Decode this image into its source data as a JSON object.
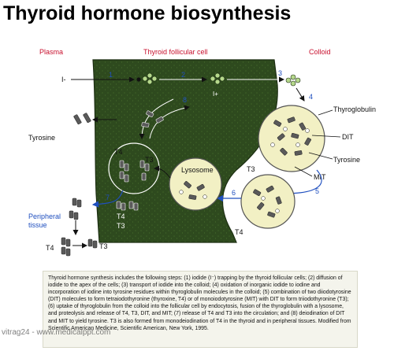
{
  "slide": {
    "title": "Thyroid hormone biosynthesis",
    "watermark": "vitrag24 - www.medicalppt.com"
  },
  "diagram": {
    "region_labels": {
      "plasma": "Plasma",
      "cell": "Thyroid follicular cell",
      "colloid": "Colloid"
    },
    "labels": {
      "iodide": "I-",
      "iodine": "I+",
      "tyrosine_left": "Tyrosine",
      "thyroglobulin": "Thyroglobulin",
      "dit": "DIT",
      "tyrosine_right": "Tyrosine",
      "mit": "MIT",
      "lysosome": "Lysosome",
      "t4_vesicle": "T4",
      "t3_vesicle": "T3",
      "t3_lower_vesicle": "T3",
      "t4_lower_vesicle": "T4",
      "t4_exit": "T4",
      "t3_exit": "T3",
      "peripheral_tissue": "Peripheral\ntissue",
      "t4_tissue": "T4",
      "t3_tissue": "T3"
    },
    "steps": [
      "1",
      "2",
      "3",
      "4",
      "5",
      "6",
      "7",
      "8"
    ],
    "colors": {
      "cell": "#2e4a1e",
      "cell_dots": "#3f6128",
      "vesicle_fill": "#f2f0c4",
      "accent_red": "#c8102e",
      "arrow_blue": "#1f4fbf",
      "molecule": "#555555"
    }
  },
  "caption": {
    "text": "Thyroid hormone synthesis includes the following steps: (1) iodide (I⁻) trapping by the thyroid follicular cells; (2) diffusion of iodide to the apex of the cells; (3) transport of iodide into the colloid; (4) oxidation of inorganic iodide to iodine and incorporation of iodine into tyrosine residues within thyroglobulin molecules in the colloid; (5) combination of two diiodotyrosine (DIT) molecules to form tetraiodothyronine (thyroxine, T4) or of monoiodotyrosine (MIT) with DIT to form triiodothyronine (T3); (6) uptake of thyroglobulin from the colloid into the follicular cell by endocytosis, fusion of the thyroglobulin with a lysosome, and proteolysis and release of T4, T3, DIT, and MIT; (7) release of T4 and T3 into the circulation; and (8) deiodination of DIT and MIT to yield tyrosine. T3 is also formed from monodeiodination of T4 in the thyroid and in peripheral tissues. Modified from Scientific American Medicine, Scientific American, New York, 1995."
  }
}
